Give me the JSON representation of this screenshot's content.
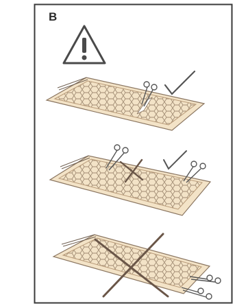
{
  "panel": {
    "label": "B"
  },
  "colors": {
    "border": "#3a3a3a",
    "mat_fill": "#f3e3c7",
    "mat_inner": "#e8cfa6",
    "pattern": "#a08a72",
    "cross": "#6a5648",
    "check": "#555555",
    "warning": "#4a4a4a"
  },
  "icons": [
    "warning-icon",
    "scissors-icon",
    "checkmark-icon",
    "cross-icon"
  ],
  "steps": [
    {
      "name": "cut-across-strip",
      "mark": "checkmark"
    },
    {
      "name": "cut-along-edges",
      "mark": "cross-and-checkmark"
    },
    {
      "name": "cut-through-mesh",
      "mark": "cross"
    }
  ]
}
